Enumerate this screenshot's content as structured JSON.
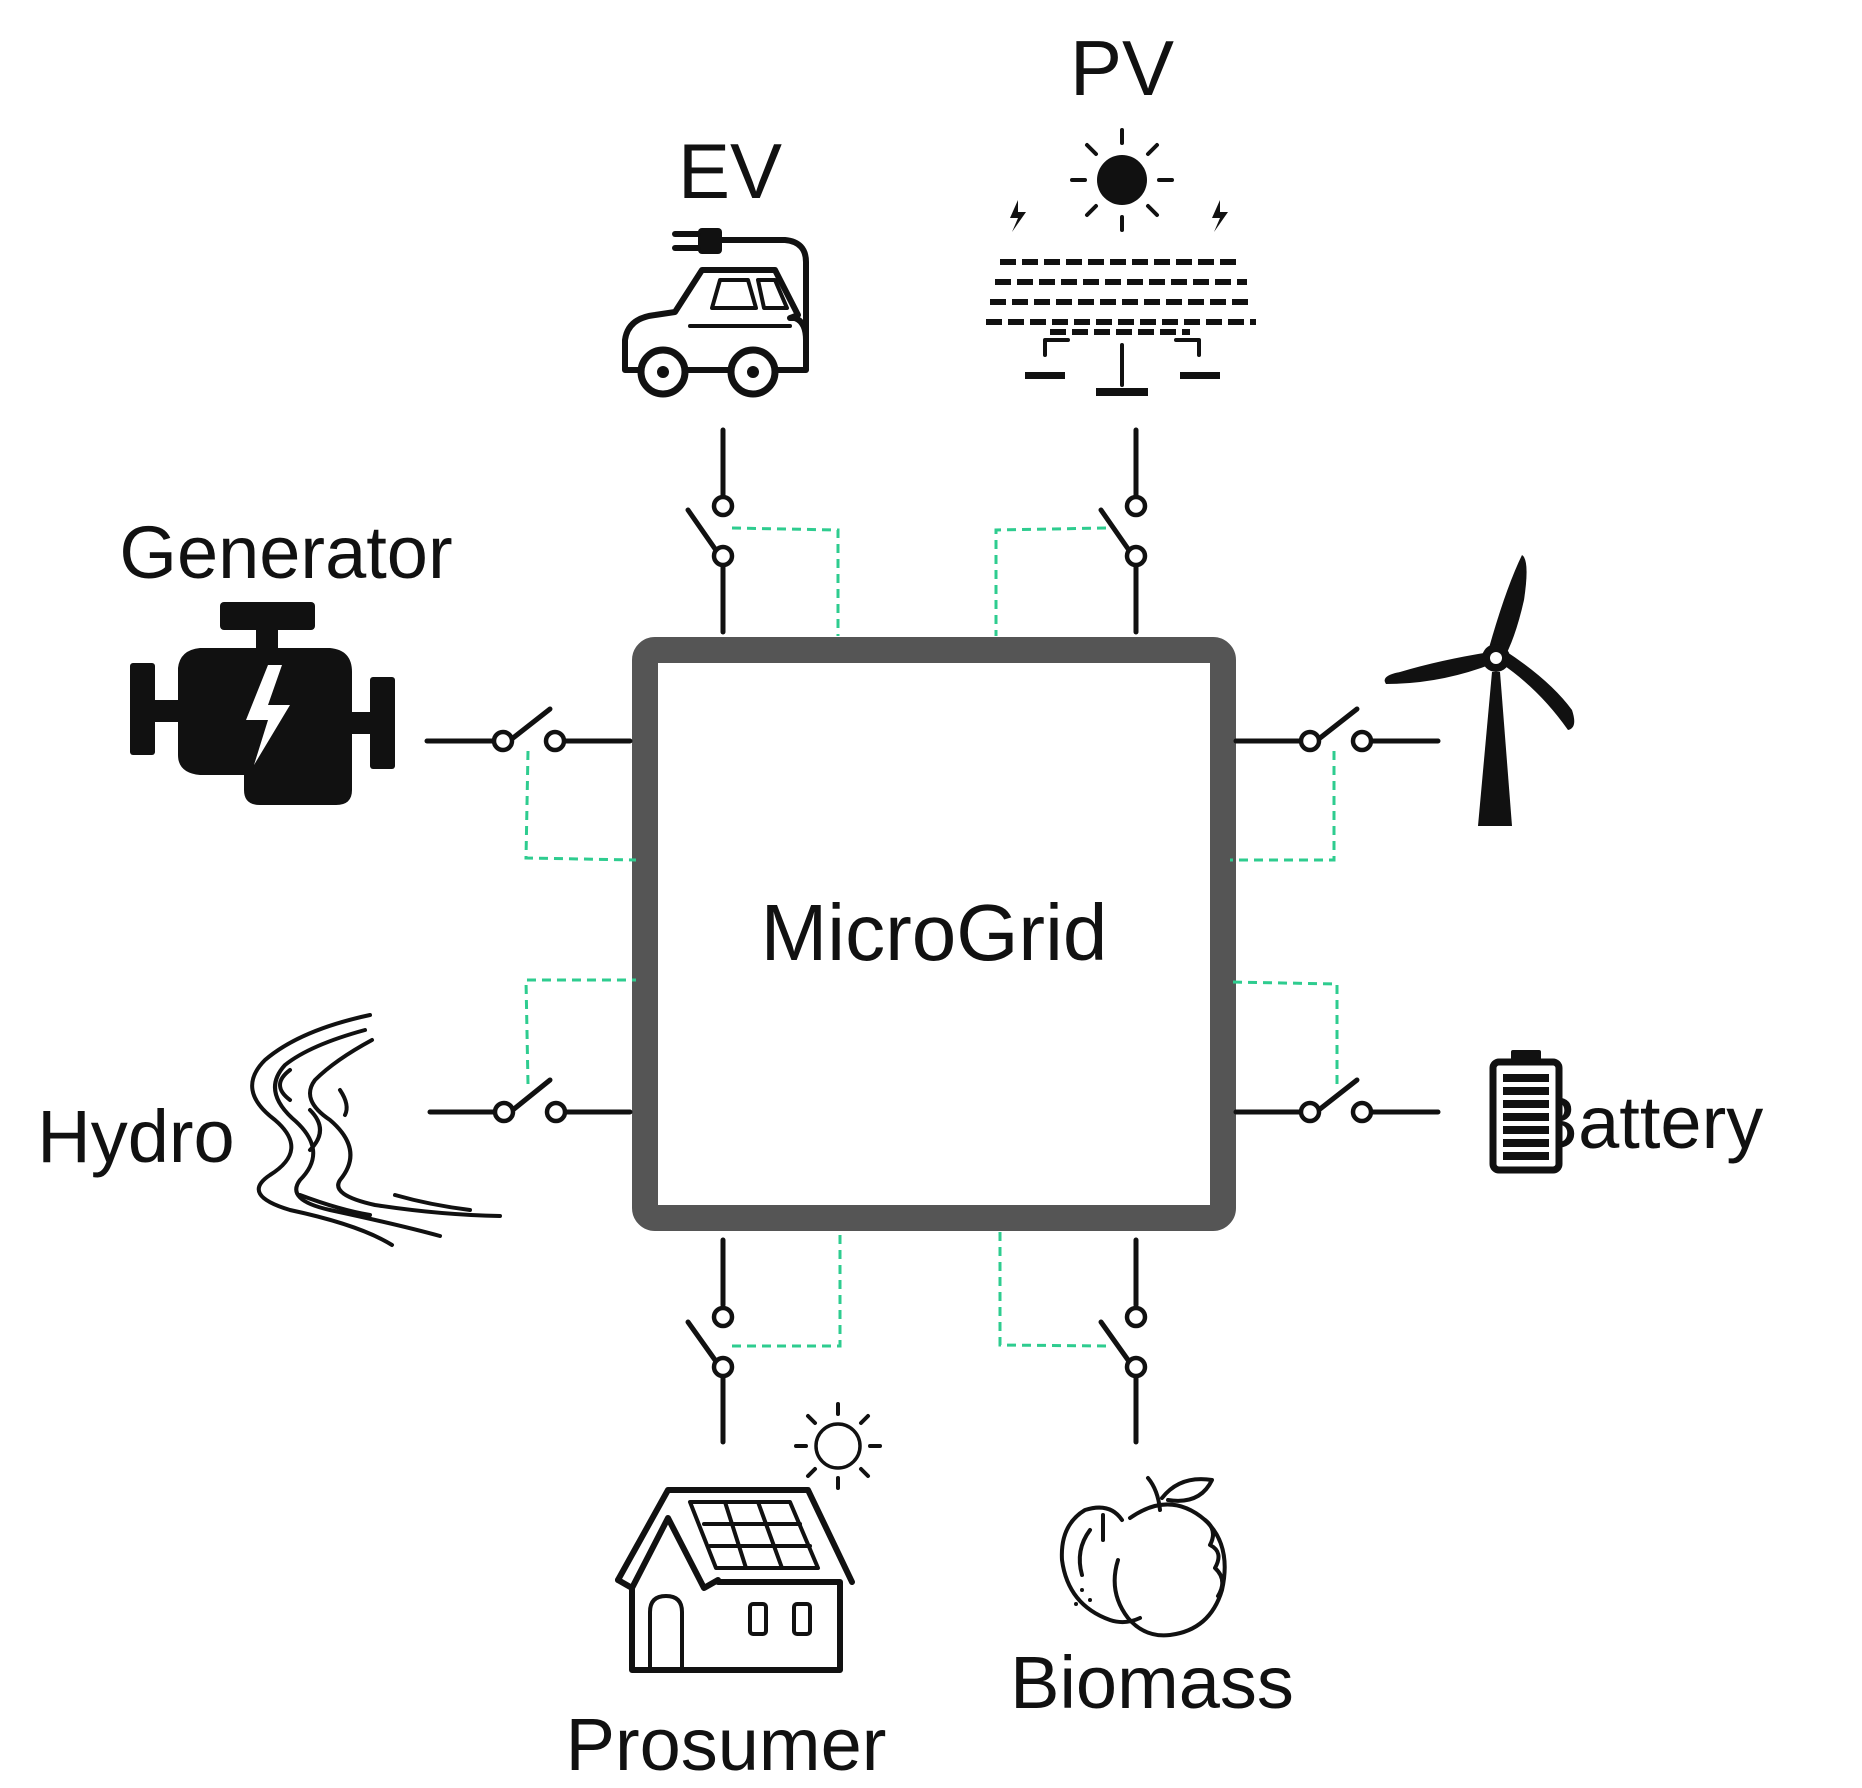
{
  "center": {
    "label": "MicroGrid"
  },
  "sources": {
    "ev": {
      "label": "EV",
      "icon": "electric-car-icon"
    },
    "pv": {
      "label": "PV",
      "icon": "solar-panel-icon"
    },
    "generator": {
      "label": "Generator",
      "icon": "engine-generator-icon"
    },
    "wind": {
      "label": "",
      "icon": "wind-turbine-icon"
    },
    "hydro": {
      "label": "Hydro",
      "icon": "river-icon"
    },
    "battery": {
      "label": "Battery",
      "icon": "battery-icon"
    },
    "prosumer": {
      "label": "Prosumer",
      "icon": "solar-house-icon"
    },
    "biomass": {
      "label": "Biomass",
      "icon": "apple-icon"
    }
  },
  "colors": {
    "frame": "#555555",
    "wire": "#111111",
    "control_line": "#2ecc8f",
    "background": "#ffffff"
  }
}
